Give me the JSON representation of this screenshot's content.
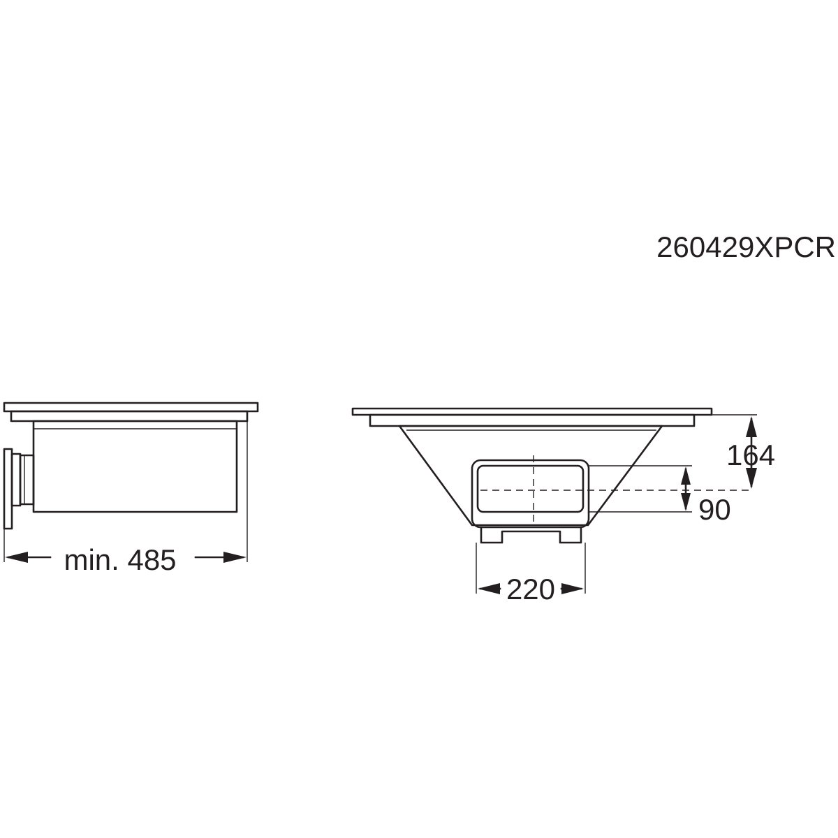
{
  "drawing_code": "260429XPCR",
  "side_view": {
    "width_label": "min. 485"
  },
  "front_view": {
    "height_label": "164",
    "outlet_height_label": "90",
    "outlet_width_label": "220"
  }
}
